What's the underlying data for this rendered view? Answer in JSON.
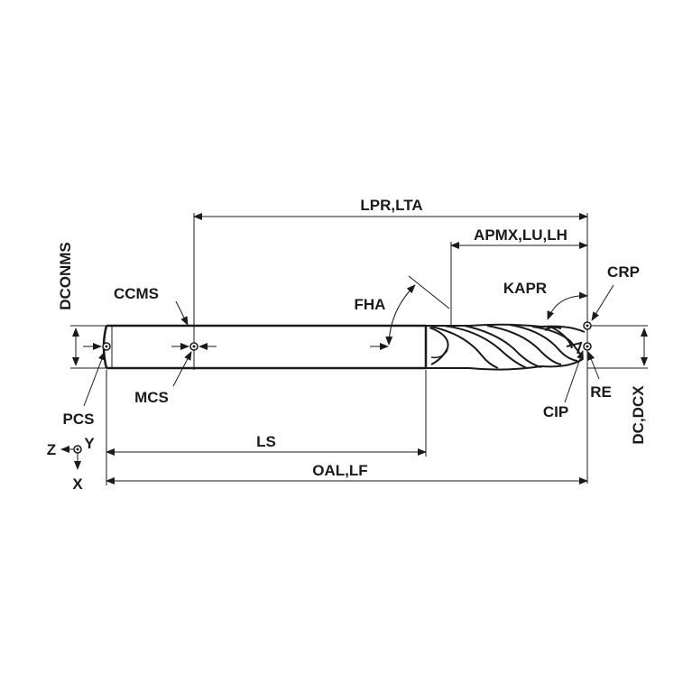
{
  "labels": {
    "lpr_lta": "LPR,LTA",
    "apmx_lu_lh": "APMX,LU,LH",
    "dconms": "DCONMS",
    "ccms": "CCMS",
    "fha": "FHA",
    "kapr": "KAPR",
    "crp": "CRP",
    "pcs": "PCS",
    "mcs": "MCS",
    "cip": "CIP",
    "re": "RE",
    "ls": "LS",
    "oal_lf": "OAL,LF",
    "dc_dcx": "DC,DCX",
    "axis_z": "Z",
    "axis_y": "Y",
    "axis_x": "X"
  },
  "colors": {
    "ink": "#1a1a1a",
    "background": "#ffffff"
  }
}
